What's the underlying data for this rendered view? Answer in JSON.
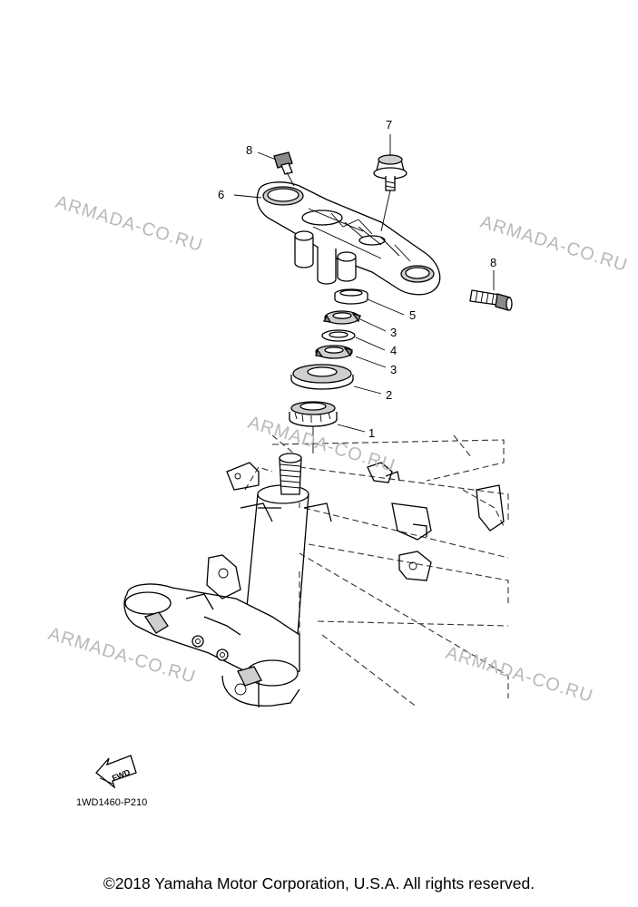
{
  "diagram": {
    "callouts": {
      "c1": "1",
      "c2": "2",
      "c3a": "3",
      "c3b": "3",
      "c4": "4",
      "c5": "5",
      "c6": "6",
      "c7": "7",
      "c8a": "8",
      "c8b": "8"
    },
    "watermarks": {
      "w1": "ARMADA-CO.RU",
      "w2": "ARMADA-CO.RU",
      "w3": "ARMADA-CO.RU",
      "w4": "ARMADA-CO.RU",
      "w5": "ARMADA-CO.RU"
    },
    "fwd_label": "FWD",
    "drawing_code": "1WD1460-P210"
  },
  "footer": {
    "copyright": "©2018 Yamaha Motor Corporation, U.S.A. All rights reserved."
  }
}
